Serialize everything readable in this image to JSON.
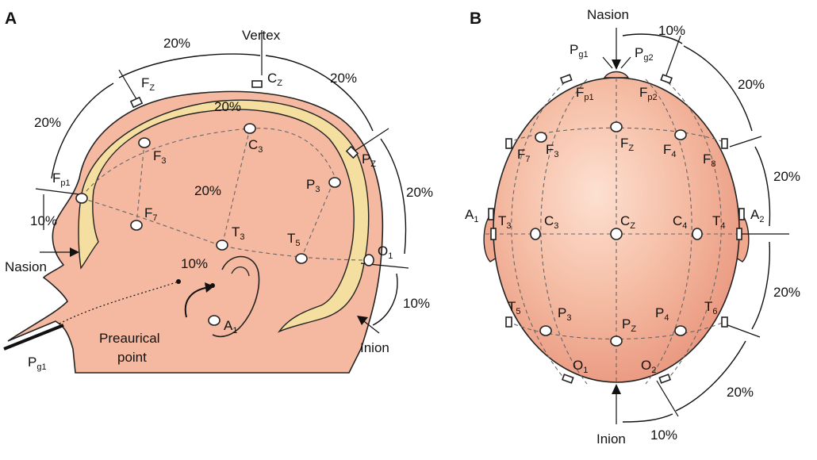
{
  "panel_a": {
    "letter": "A",
    "pct": [
      "20%",
      "20%",
      "20%",
      "20%",
      "20%",
      "20%",
      "10%",
      "10%",
      "10%"
    ],
    "labels": {
      "vertex": "Vertex",
      "nasion": "Nasion",
      "inion": "Inion",
      "preaurical_1": "Preaurical",
      "preaurical_2": "point"
    },
    "electrodes": [
      {
        "id": "Fz",
        "main": "F",
        "sub": "Z"
      },
      {
        "id": "Cz",
        "main": "C",
        "sub": "Z"
      },
      {
        "id": "Pz",
        "main": "P",
        "sub": "Z"
      },
      {
        "id": "Fp1",
        "main": "F",
        "sub": "p1"
      },
      {
        "id": "F3",
        "main": "F",
        "sub": "3"
      },
      {
        "id": "C3",
        "main": "C",
        "sub": "3"
      },
      {
        "id": "P3",
        "main": "P",
        "sub": "3"
      },
      {
        "id": "F7",
        "main": "F",
        "sub": "7"
      },
      {
        "id": "T3",
        "main": "T",
        "sub": "3"
      },
      {
        "id": "T5",
        "main": "T",
        "sub": "5"
      },
      {
        "id": "O1",
        "main": "O",
        "sub": "1"
      },
      {
        "id": "A1",
        "main": "A",
        "sub": "1"
      },
      {
        "id": "Pg1",
        "main": "P",
        "sub": "g1"
      }
    ]
  },
  "panel_b": {
    "letter": "B",
    "pct": [
      "10%",
      "20%",
      "20%",
      "20%",
      "20%",
      "10%"
    ],
    "labels": {
      "nasion": "Nasion",
      "inion": "Inion"
    },
    "electrodes": [
      {
        "id": "Pg1",
        "main": "P",
        "sub": "g1"
      },
      {
        "id": "Pg2",
        "main": "P",
        "sub": "g2"
      },
      {
        "id": "Fp1",
        "main": "F",
        "sub": "p1"
      },
      {
        "id": "Fp2",
        "main": "F",
        "sub": "p2"
      },
      {
        "id": "F7",
        "main": "F",
        "sub": "7"
      },
      {
        "id": "F3",
        "main": "F",
        "sub": "3"
      },
      {
        "id": "Fz",
        "main": "F",
        "sub": "Z"
      },
      {
        "id": "F4",
        "main": "F",
        "sub": "4"
      },
      {
        "id": "F8",
        "main": "F",
        "sub": "8"
      },
      {
        "id": "A1",
        "main": "A",
        "sub": "1"
      },
      {
        "id": "T3",
        "main": "T",
        "sub": "3"
      },
      {
        "id": "C3",
        "main": "C",
        "sub": "3"
      },
      {
        "id": "Cz",
        "main": "C",
        "sub": "Z"
      },
      {
        "id": "C4",
        "main": "C",
        "sub": "4"
      },
      {
        "id": "T4",
        "main": "T",
        "sub": "4"
      },
      {
        "id": "A2",
        "main": "A",
        "sub": "2"
      },
      {
        "id": "T5",
        "main": "T",
        "sub": "5"
      },
      {
        "id": "P3",
        "main": "P",
        "sub": "3"
      },
      {
        "id": "Pz",
        "main": "P",
        "sub": "Z"
      },
      {
        "id": "P4",
        "main": "P",
        "sub": "4"
      },
      {
        "id": "T6",
        "main": "T",
        "sub": "6"
      },
      {
        "id": "O1",
        "main": "O",
        "sub": "1"
      },
      {
        "id": "O2",
        "main": "O",
        "sub": "2"
      }
    ]
  },
  "colors": {
    "skin": "#f4b9a0",
    "skin_light": "#fbd8c8",
    "skull": "#f5dfa0",
    "outline": "#222222"
  }
}
